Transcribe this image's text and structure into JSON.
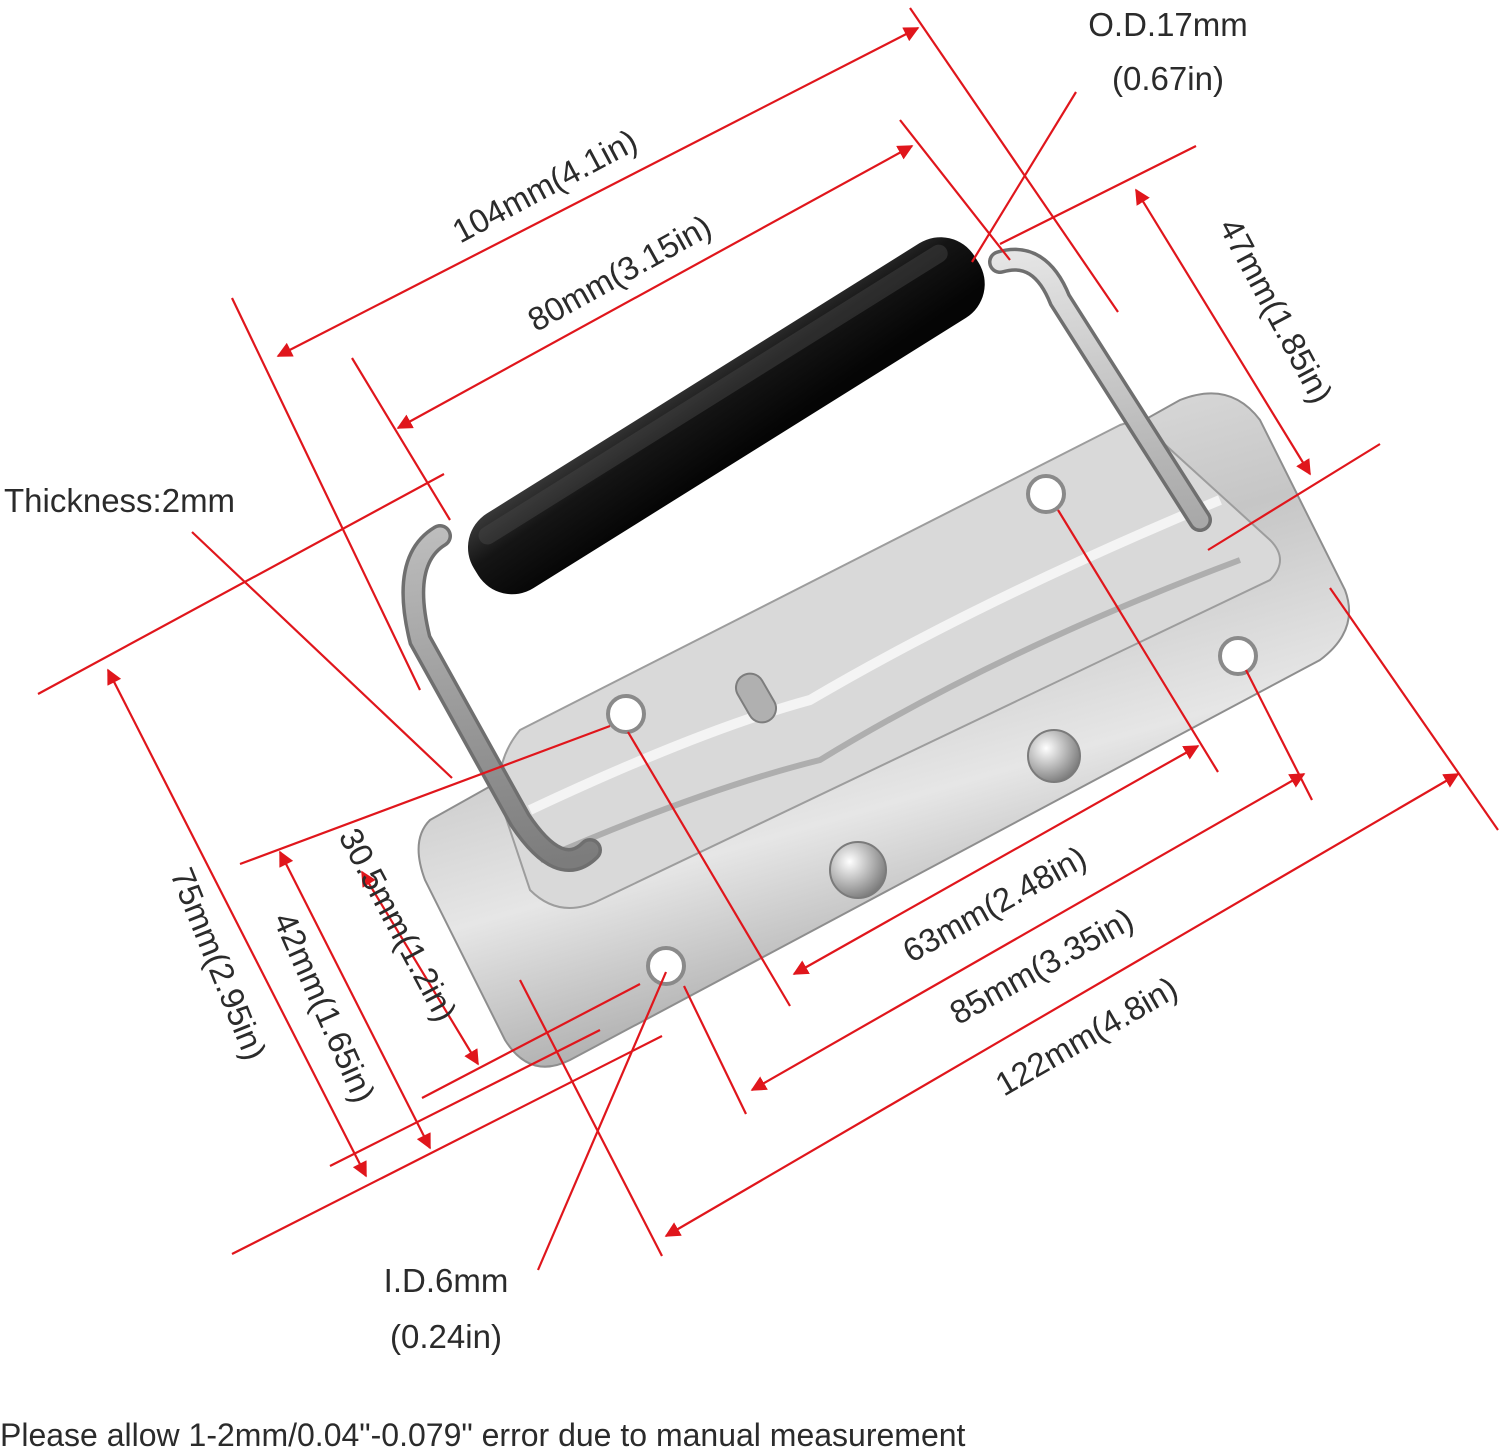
{
  "labels": {
    "length_104": "104mm(4.1in)",
    "length_80": "80mm(3.15in)",
    "od_line1": "O.D.17mm",
    "od_line2": "(0.67in)",
    "height_47": "47mm(1.85in)",
    "thickness": "Thickness:2mm",
    "width_75": "75mm(2.95in)",
    "width_42": "42mm(1.65in)",
    "width_30": "30.5mm(1.2in)",
    "spacing_63": "63mm(2.48in)",
    "spacing_85": "85mm(3.35in)",
    "length_122": "122mm(4.8in)",
    "id_line1": "I.D.6mm",
    "id_line2": "(0.24in)"
  },
  "footer": "Please allow 1-2mm/0.04\"-0.079\" error due to manual measurement",
  "colors": {
    "dimension_line": "#e0161c",
    "grip": "#151515",
    "steel": "#c9c9c9"
  }
}
